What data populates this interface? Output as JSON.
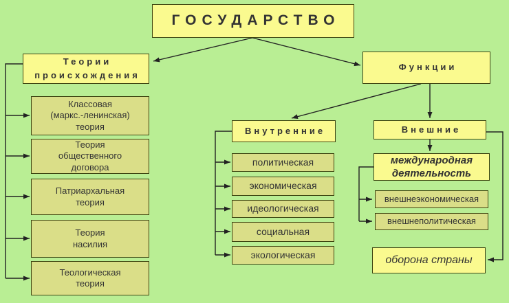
{
  "colors": {
    "background": "#b9ee94",
    "box_primary": "#fafa8f",
    "box_secondary": "#dade88",
    "border": "#3c430f",
    "line": "#222222",
    "text": "#333333"
  },
  "root": {
    "label": "ГОСУДАРСТВО"
  },
  "theories": {
    "header": "Теории\nпроисхождения",
    "items": [
      "Классовая\n(маркс.-ленинская)\nтеория",
      "Теория\nобщественного\nдоговора",
      "Патриархальная\nтеория",
      "Теория\nнасилия",
      "Теологическая\nтеория"
    ]
  },
  "functions": {
    "header": "Функции",
    "internal": {
      "header": "Внутренние",
      "items": [
        "политическая",
        "экономическая",
        "идеологическая",
        "социальная",
        "экологическая"
      ]
    },
    "external": {
      "header": "Внешние",
      "international": "международная\nдеятельность",
      "items": [
        "внешнеэкономическая",
        "внешнеполитическая"
      ],
      "defense": "оборона  страны"
    }
  }
}
